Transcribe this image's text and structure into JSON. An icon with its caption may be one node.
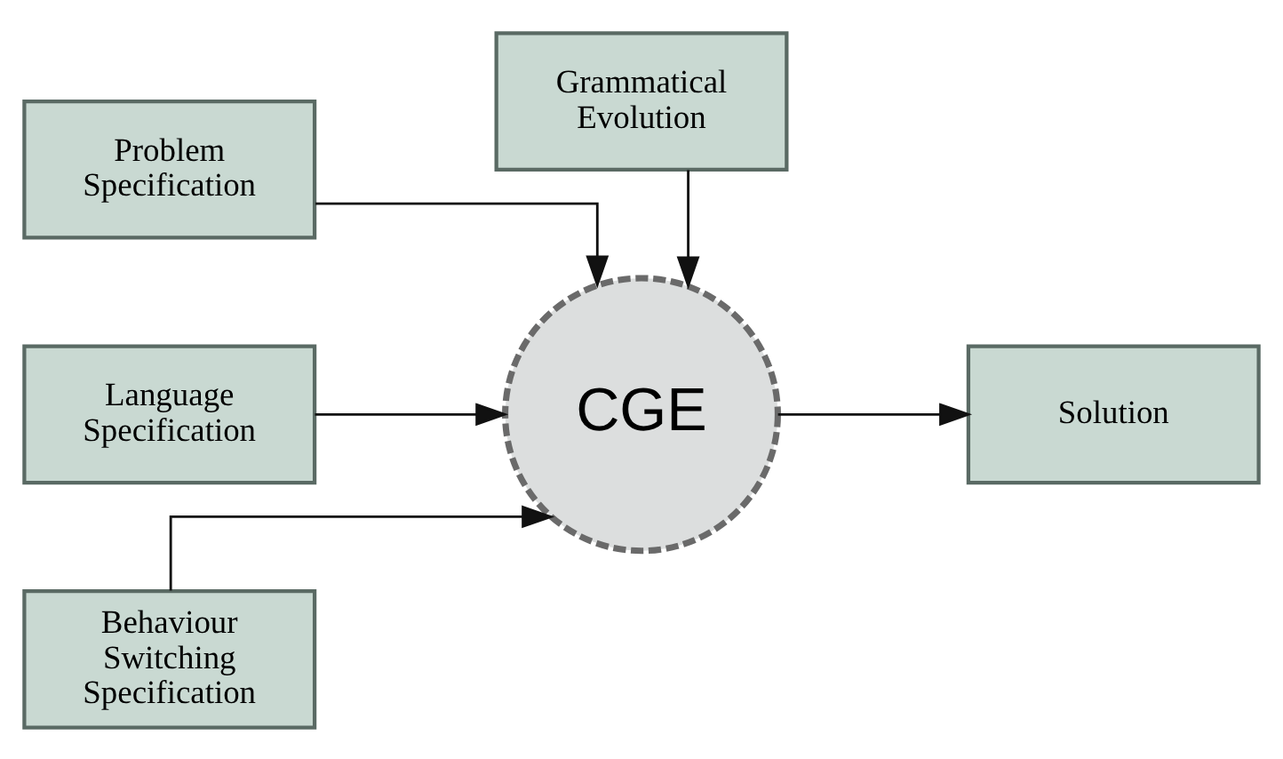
{
  "diagram": {
    "nodes": [
      {
        "text": [
          "Problem Specification"
        ]
      },
      {
        "text": [
          "Language Specification"
        ]
      },
      {
        "text": [
          "Behaviour Switching Specification"
        ]
      },
      {
        "text": [
          "CGE"
        ]
      },
      {
        "text": [
          "Solution"
        ]
      },
      {
        "text": [
          "Grammatical Evolution"
        ]
      }
    ],
    "edges": [
      {
        "from": 0,
        "to": 3,
        "arrow": "to"
      },
      {
        "from": 1,
        "to": 3,
        "arrow": "to"
      },
      {
        "from": 2,
        "to": 3,
        "arrow": "to"
      },
      {
        "from": 3,
        "to": 4,
        "arrow": "to"
      },
      {
        "from": 5,
        "to": 3,
        "arrow": "to"
      }
    ]
  }
}
